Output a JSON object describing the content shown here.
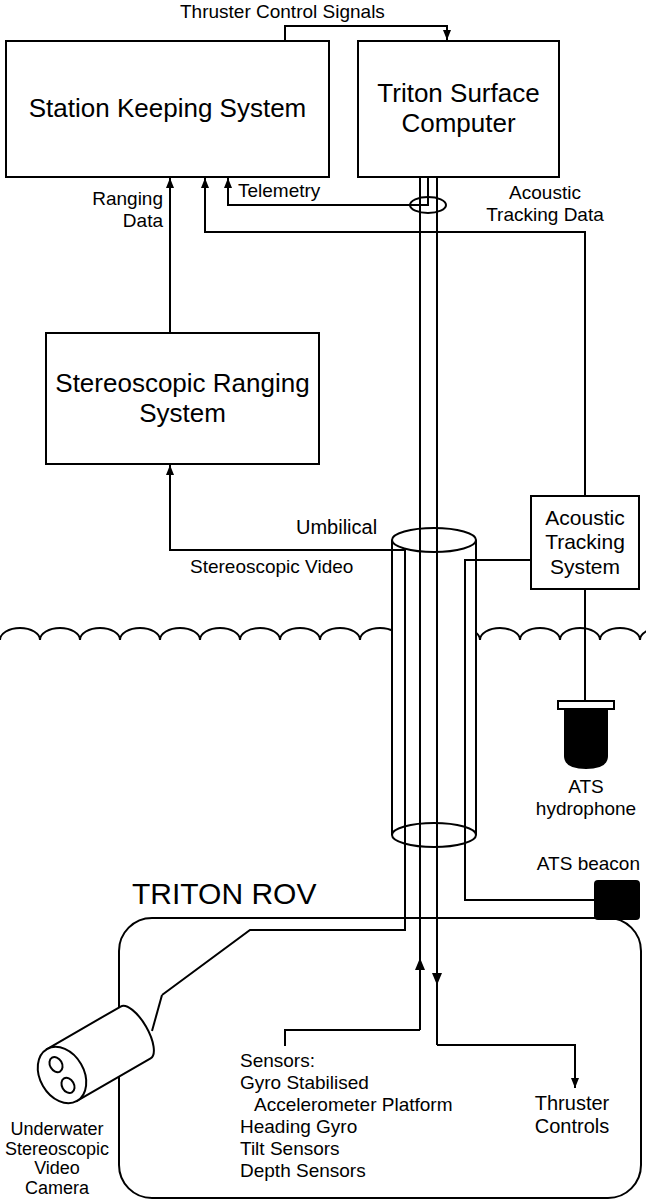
{
  "diagram": {
    "nodes": [
      {
        "text": [
          "Station Keeping System"
        ]
      },
      {
        "text": [
          "Triton Surface Computer"
        ]
      },
      {
        "text": [
          "Stereoscopic Ranging System"
        ]
      },
      {
        "text": [
          "Acoustic Tracking System"
        ]
      },
      {
        "text": [
          "ATS hydrophone"
        ]
      },
      {
        "text": [
          "TRITON ROV"
        ]
      },
      {
        "text": [
          "ATS beacon"
        ],
        "in": 5
      },
      {
        "text": [
          "Underwater Stereoscopic Video Camera"
        ]
      }
    ],
    "edges": [
      {
        "from": 0,
        "to": 1,
        "label": "Thruster Control Signals",
        "arrow": "to"
      },
      {
        "from": 2,
        "to": 0,
        "label": "Ranging Data",
        "arrow": "to"
      },
      {
        "from": 1,
        "to": 0,
        "label": "Telemetry",
        "arrow": "to"
      },
      {
        "from": 3,
        "to": 0,
        "label": "Acoustic Tracking Data",
        "arrow": "to"
      },
      {
        "from": 7,
        "to": 2,
        "label": "Stereoscopic Video",
        "arrow": "to"
      },
      {
        "from": 6,
        "to": 3,
        "arrow": "none"
      },
      {
        "from": 4,
        "to": 3,
        "arrow": "none"
      }
    ],
    "labels": [
      "Umbilical",
      "Sensors:",
      "Gyro Stabilised Accelerometer Platform",
      "Heading Gyro",
      "Tilt Sensors",
      "Depth Sensors",
      "Thruster Controls"
    ]
  }
}
